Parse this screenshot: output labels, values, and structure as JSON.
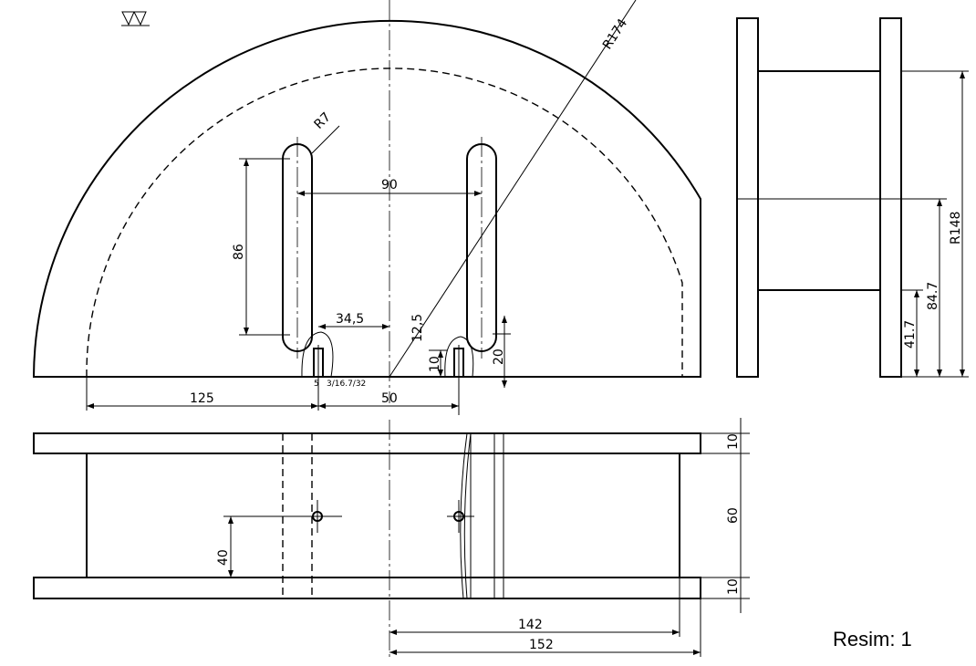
{
  "caption": "Resim: 1",
  "surface_symbol": "surface-finish-triangles",
  "front_view": {
    "radius_outer": "R174",
    "radius_slot": "R7",
    "slot_spacing": "90",
    "slot_length": "86",
    "offset": "34,5",
    "height_a": "12,5",
    "height_b": "10",
    "height_c": "20",
    "thread_a": "5",
    "thread_b": "3/16.7/32",
    "width_left": "125",
    "width_mid": "50"
  },
  "side_view": {
    "radius_inner": "R148",
    "height_mid": "84.7",
    "height_low": "41.7"
  },
  "top_view": {
    "plate_top": "10",
    "body": "60",
    "plate_bottom": "10",
    "hole_height": "40",
    "len_inner": "142",
    "len_outer": "152"
  }
}
